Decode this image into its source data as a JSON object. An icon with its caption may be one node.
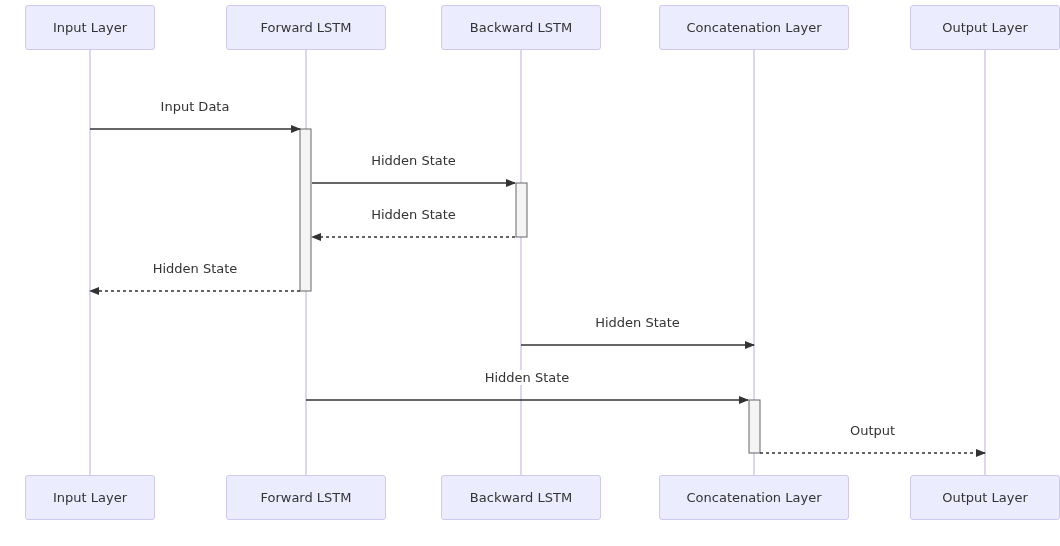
{
  "diagram": {
    "nodes": [
      {
        "text": [
          "Input Layer"
        ]
      },
      {
        "text": [
          "Forward LSTM"
        ]
      },
      {
        "text": [
          "Backward LSTM"
        ]
      },
      {
        "text": [
          "Concatenation Layer"
        ]
      },
      {
        "text": [
          "Output Layer"
        ]
      },
      {
        "text": [],
        "shape": "line"
      },
      {
        "text": [],
        "shape": "line"
      },
      {
        "text": [],
        "shape": "line"
      },
      {
        "text": [],
        "shape": "line"
      },
      {
        "text": [],
        "shape": "line"
      },
      {
        "text": [
          "Input Layer"
        ]
      },
      {
        "text": [
          "Forward LSTM"
        ]
      },
      {
        "text": [
          "Backward LSTM"
        ]
      },
      {
        "text": [
          "Concatenation Layer"
        ]
      },
      {
        "text": [
          "Output Layer"
        ]
      }
    ],
    "edges": [
      {
        "from": 5,
        "to": 6,
        "arrow": "to",
        "label": "Input Data"
      },
      {
        "from": 6,
        "to": 7,
        "arrow": "to",
        "label": "Hidden State"
      },
      {
        "from": 7,
        "to": 6,
        "arrow": "to",
        "label": "Hidden State",
        "style": "dashed"
      },
      {
        "from": 6,
        "to": 5,
        "arrow": "to",
        "label": "Hidden State",
        "style": "dashed"
      },
      {
        "from": 7,
        "to": 8,
        "arrow": "to",
        "label": "Hidden State"
      },
      {
        "from": 6,
        "to": 8,
        "arrow": "to",
        "label": "Hidden State"
      },
      {
        "from": 8,
        "to": 9,
        "arrow": "to",
        "label": "Output",
        "style": "dashed"
      }
    ]
  }
}
